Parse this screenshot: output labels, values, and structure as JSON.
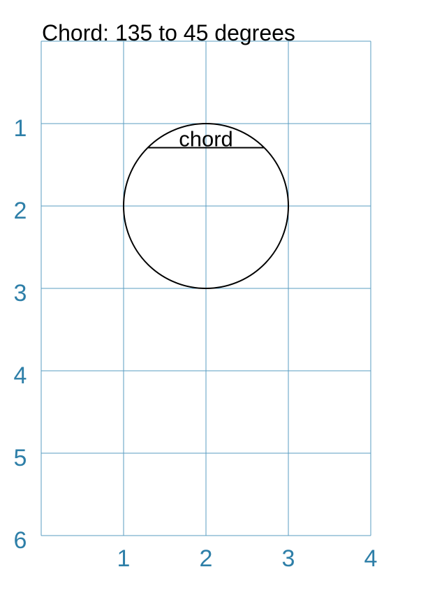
{
  "title": "Chord: 135 to 45 degrees",
  "colors": {
    "grid": "#5a9cc2",
    "tick_label": "#2e7fa8",
    "shape": "#000000"
  },
  "diagram": {
    "x_range": [
      0,
      4
    ],
    "y_range": [
      0,
      6
    ],
    "y_axis_inverted": true,
    "x_ticks": [
      1,
      2,
      3,
      4
    ],
    "y_ticks": [
      1,
      2,
      3,
      4,
      5,
      6
    ],
    "circle": {
      "cx": 2,
      "cy": 2,
      "r": 1
    },
    "chord": {
      "start_angle_deg": 135,
      "end_angle_deg": 45,
      "label": "chord"
    }
  }
}
